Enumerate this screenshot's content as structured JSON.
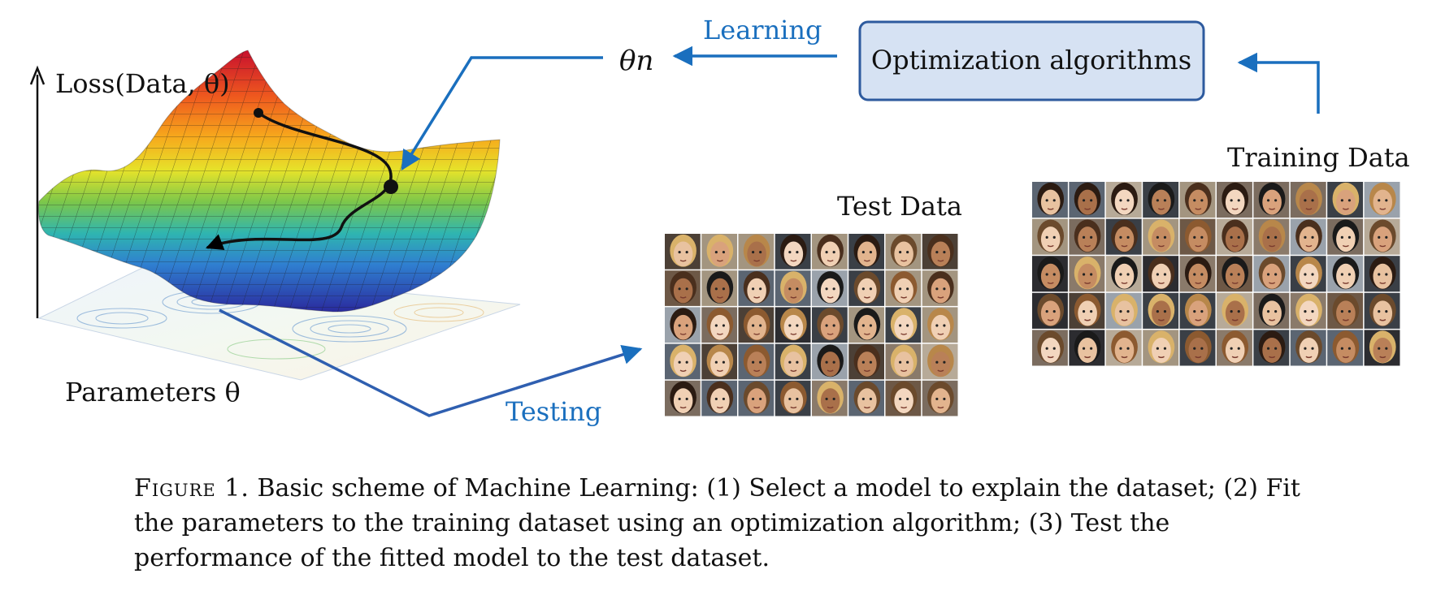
{
  "diagram": {
    "labels": {
      "loss_axis": "Loss(Data, θ)",
      "parameters_axis": "Parameters θ",
      "theta_n": "θn",
      "learning": "Learning",
      "testing": "Testing",
      "optimization_box": "Optimization algorithms",
      "test_data": "Test Data",
      "training_data": "Training Data"
    },
    "colors": {
      "arrow_blue": "#1a6fbe",
      "box_fill": "#d6e2f3",
      "box_border": "#2d5a9e",
      "label_blue": "#1a6fbe"
    },
    "grids": {
      "test_data": {
        "rows": 5,
        "cols": 8
      },
      "training_data": {
        "rows": 5,
        "cols": 10
      }
    }
  },
  "caption": {
    "figure_label": "Figure 1.",
    "text": "Basic scheme of Machine Learning: (1) Select a model to explain the dataset; (2) Fit the parameters to the training dataset using an optimization algorithm; (3) Test the performance of the fitted model to the test dataset."
  }
}
